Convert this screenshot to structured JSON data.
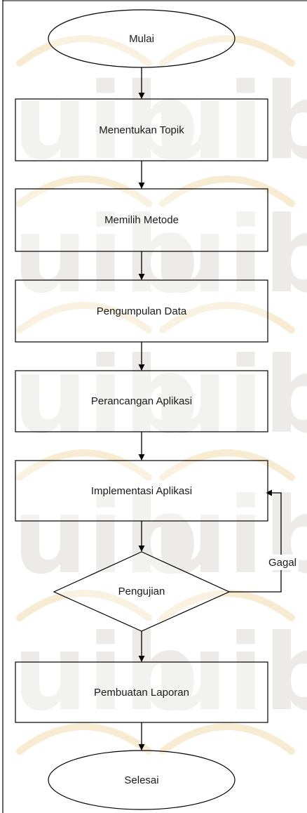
{
  "watermark": {
    "text": "uib"
  },
  "nodes": {
    "start": "Mulai",
    "topic": "Menentukan Topik",
    "method": "Memilih Metode",
    "data_collection": "Pengumpulan Data",
    "design": "Perancangan Aplikasi",
    "implementation": "Implementasi Aplikasi",
    "testing": "Pengujian",
    "report": "Pembuatan Laporan",
    "end": "Selesai"
  },
  "edges": {
    "fail_label": "Gagal"
  },
  "colors": {
    "line": "#000000",
    "watermark_gray": "#ecebea",
    "watermark_gold": "#f7ecd2",
    "background": "#ffffff"
  }
}
